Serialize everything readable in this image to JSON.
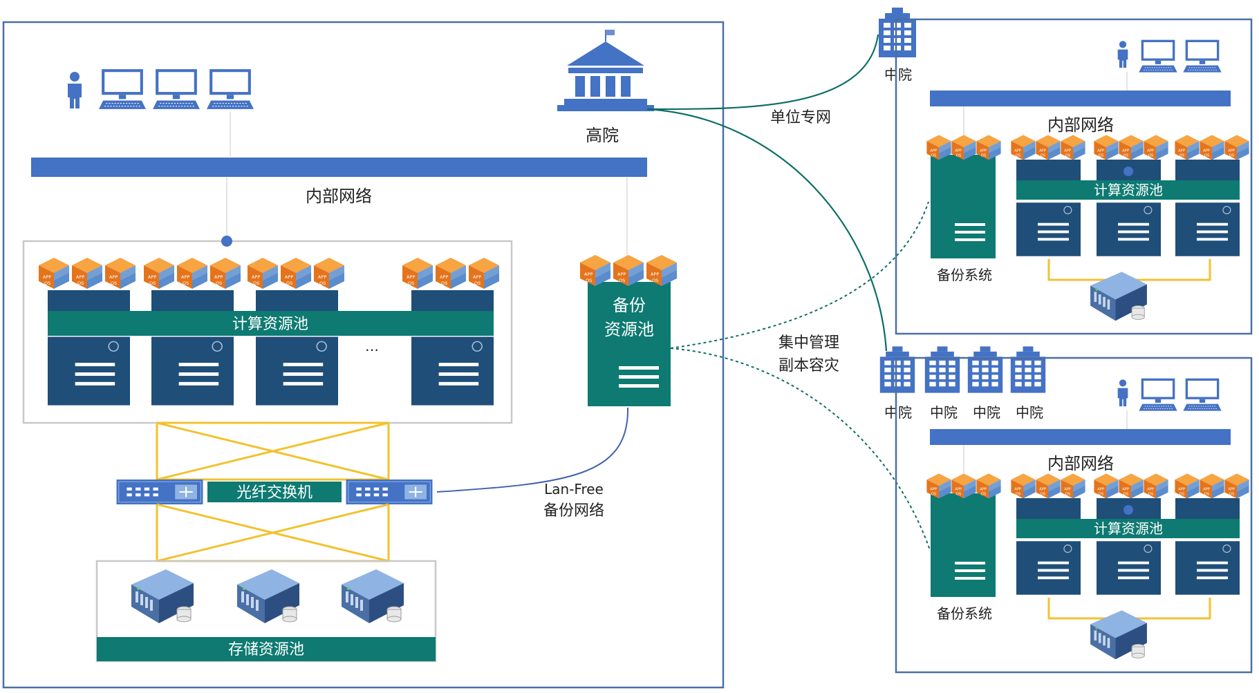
{
  "colors": {
    "network_bar": "#4472c4",
    "teal": "#0e7a72",
    "server_navy": "#1f4e79",
    "cable_yellow": "#f2c22e",
    "link_teal": "#0d6e66",
    "link_blue": "#4060b0",
    "frame": "#4a6fa5",
    "pool_border": "#c8c8c8"
  },
  "main_site": {
    "high_court_label": "高院",
    "internal_network_label": "内部网络",
    "compute_pool_label": "计算资源池",
    "ellipsis": "…",
    "backup_pool_label_line1": "备份",
    "backup_pool_label_line2": "资源池",
    "fc_switch_label": "光纤交换机",
    "storage_pool_label": "存储资源池",
    "vm_icon_text": "APP OS"
  },
  "links": {
    "dedicated_network": "单位专网",
    "central_mgmt_line1": "集中管理",
    "central_mgmt_line2": "副本容灾",
    "lan_free_line1": "Lan-Free",
    "lan_free_line2": "备份网络"
  },
  "remote_sites": [
    {
      "courts": [
        "中院"
      ],
      "internal_network_label": "内部网络",
      "compute_pool_label": "计算资源池",
      "backup_system_label": "备份系统"
    },
    {
      "courts": [
        "中院",
        "中院",
        "中院",
        "中院"
      ],
      "internal_network_label": "内部网络",
      "compute_pool_label": "计算资源池",
      "backup_system_label": "备份系统"
    }
  ]
}
